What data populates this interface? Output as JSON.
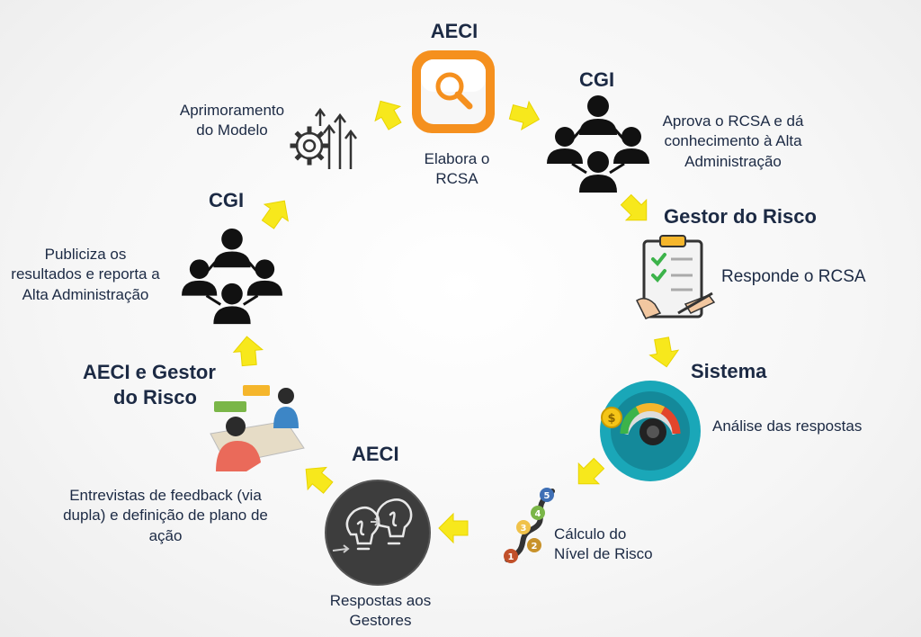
{
  "steps": {
    "s1": {
      "title": "AECI",
      "desc": [
        "Elabora o",
        "RCSA"
      ],
      "icon": "magnifier-icon"
    },
    "s2": {
      "title": "CGI",
      "desc": [
        "Aprova o RCSA e dá",
        "conhecimento à Alta",
        "Administração"
      ],
      "icon": "people-network-icon"
    },
    "s3": {
      "title": "Gestor do Risco",
      "desc": [
        "Responde o RCSA"
      ],
      "icon": "clipboard-checklist-icon"
    },
    "s4": {
      "title": "Sistema",
      "desc": [
        "Análise das respostas"
      ],
      "icon": "risk-gauge-icon"
    },
    "s5": {
      "desc": [
        "Cálculo do",
        "Nível de Risco"
      ],
      "icon": "risk-level-steps-icon",
      "levels": [
        "1",
        "2",
        "3",
        "4",
        "5"
      ]
    },
    "s6": {
      "title": "AECI",
      "desc": [
        "Respostas aos",
        "Gestores"
      ],
      "icon": "lightbulbs-chalkboard-icon"
    },
    "s7": {
      "title": [
        "AECI e Gestor",
        "do Risco"
      ],
      "desc": [
        "Entrevistas de feedback (via",
        "dupla) e definição de plano de",
        "ação"
      ],
      "icon": "meeting-people-icon"
    },
    "s8": {
      "title": "CGI",
      "desc": [
        "Publiciza os",
        "resultados e reporta a",
        "Alta Administração"
      ],
      "icon": "people-network-icon"
    },
    "s9": {
      "desc": [
        "Aprimoramento",
        "do Modelo"
      ],
      "icon": "gear-arrows-up-icon"
    }
  },
  "colors": {
    "arrow": "#f7e81c",
    "text": "#1c2a44",
    "orange": "#f5901e",
    "teal": "#1aa7b8"
  }
}
